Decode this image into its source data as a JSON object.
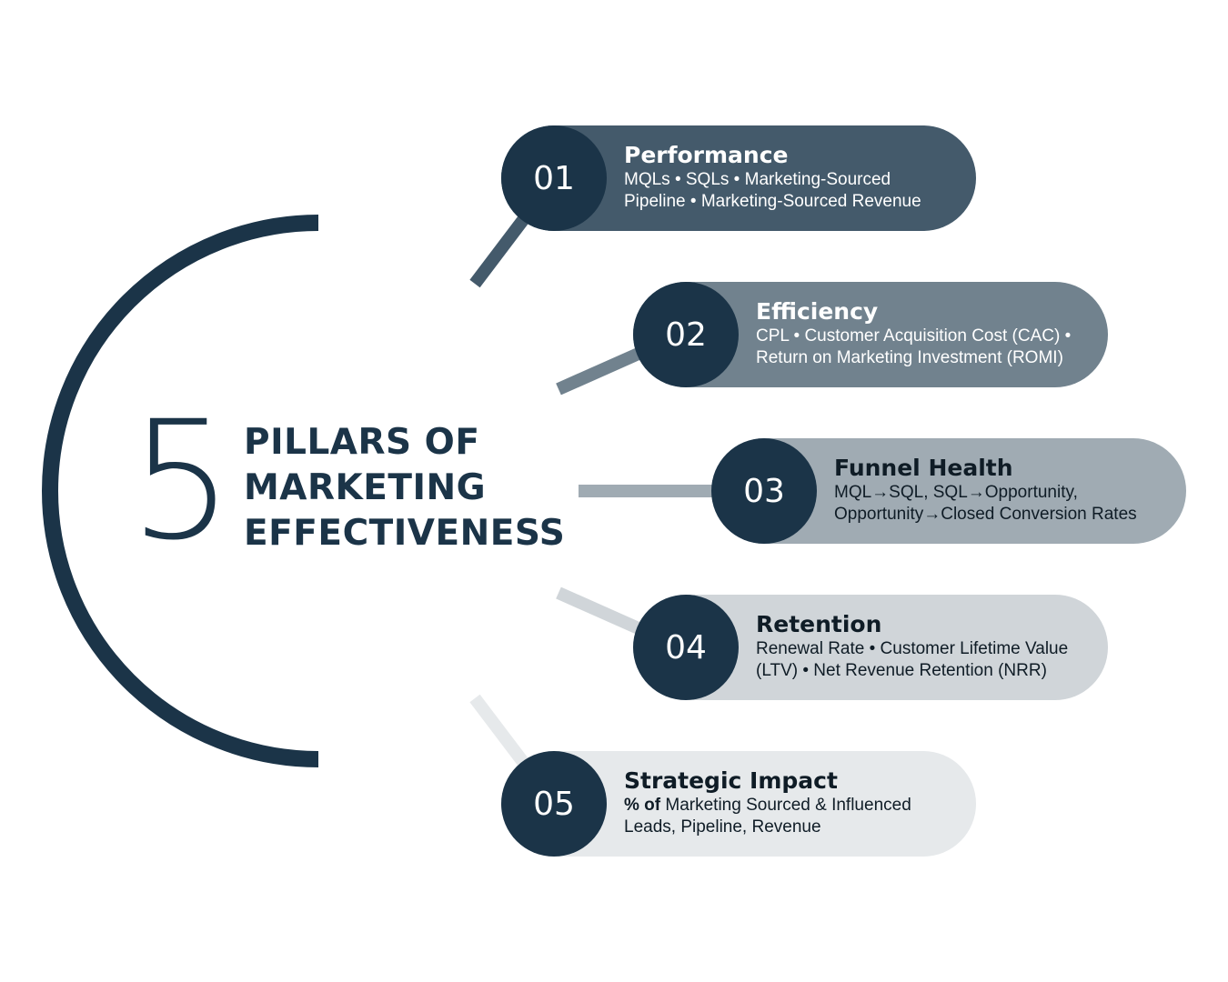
{
  "big_number": "5",
  "headline": [
    "PILLARS OF",
    "MARKETING",
    "EFFECTIVENESS"
  ],
  "colors": {
    "navy": "#1b3448",
    "pillar_1": "#445a6b",
    "pillar_2": "#71828e",
    "pillar_3": "#a0abb3",
    "pillar_4": "#d0d5d9",
    "pillar_5": "#e6e9eb"
  },
  "pillars": [
    {
      "number": "01",
      "title": "Performance",
      "desc_line1": "MQLs • SQLs • Marketing-Sourced",
      "desc_line2": "Pipeline • Marketing-Sourced Revenue"
    },
    {
      "number": "02",
      "title": "Efficiency",
      "desc_line1": "CPL • Customer Acquisition Cost (CAC) •",
      "desc_line2": "Return on Marketing Investment (ROMI)"
    },
    {
      "number": "03",
      "title": "Funnel Health",
      "desc_line1": "MQL→SQL, SQL→Opportunity,",
      "desc_line2": "Opportunity→Closed Conversion Rates"
    },
    {
      "number": "04",
      "title": "Retention",
      "desc_line1": "Renewal Rate • Customer Lifetime Value",
      "desc_line2": "(LTV) • Net Revenue Retention (NRR)"
    },
    {
      "number": "05",
      "title": "Strategic Impact",
      "desc_bold": "% of",
      "desc_line1": " Marketing Sourced & Influenced",
      "desc_line2": "Leads, Pipeline, Revenue"
    }
  ]
}
